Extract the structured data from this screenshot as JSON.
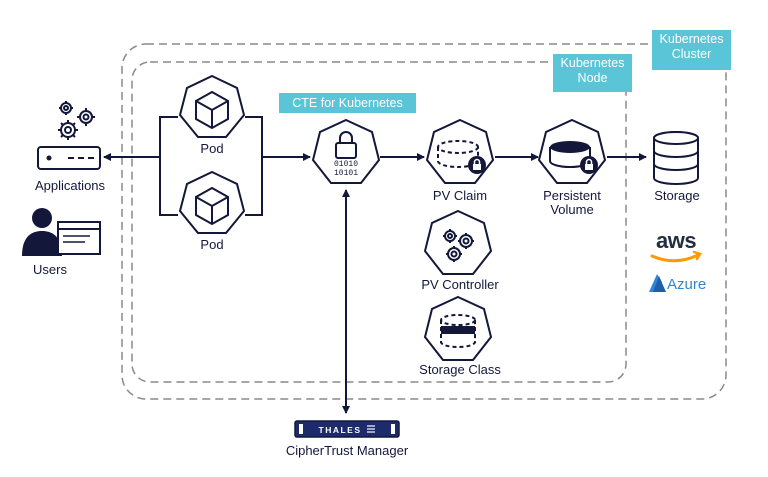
{
  "clusters": {
    "cluster_label": "Kubernetes\nCluster",
    "node_label": "Kubernetes\nNode"
  },
  "left": {
    "applications_label": "Applications",
    "users_label": "Users"
  },
  "pods": {
    "top_label": "Pod",
    "bottom_label": "Pod"
  },
  "cte": {
    "tag_label": "CTE for Kubernetes",
    "binary_line1": "01010",
    "binary_line2": "10101"
  },
  "components": {
    "pv_claim": "PV Claim",
    "persistent_volume": "Persistent\nVolume",
    "pv_controller": "PV Controller",
    "storage_class": "Storage Class"
  },
  "storage": {
    "label": "Storage",
    "aws_label": "aws",
    "azure_label": "Azure"
  },
  "ciphertrust": {
    "brand": "THALES",
    "label": "CipherTrust Manager"
  },
  "colors": {
    "navy": "#13183a",
    "tag": "#5bc5d8",
    "dash": "#8a8a8a",
    "aws_orange": "#ff9900",
    "azure_blue": "#2e86d6"
  }
}
